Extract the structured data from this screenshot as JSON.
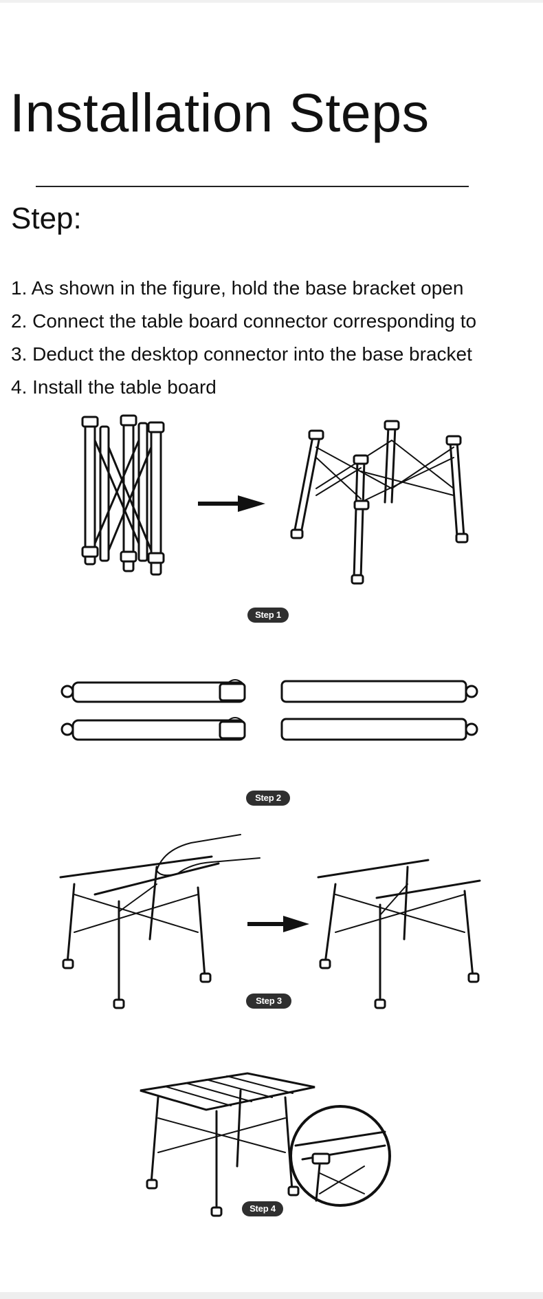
{
  "page": {
    "title": "Installation Steps",
    "step_heading": "Step:",
    "instructions": [
      "1. As shown in the figure, hold the base bracket open",
      "2. Connect the table board connector corresponding to",
      "3. Deduct the desktop connector into the base bracket",
      "4. Install the table board"
    ]
  },
  "figures": [
    {
      "badge": "Step 1",
      "icon": "folded-to-open-frame-illustration"
    },
    {
      "badge": "Step 2",
      "icon": "connector-rods-illustration"
    },
    {
      "badge": "Step 3",
      "icon": "insert-connectors-illustration"
    },
    {
      "badge": "Step 4",
      "icon": "assembled-table-illustration"
    }
  ]
}
